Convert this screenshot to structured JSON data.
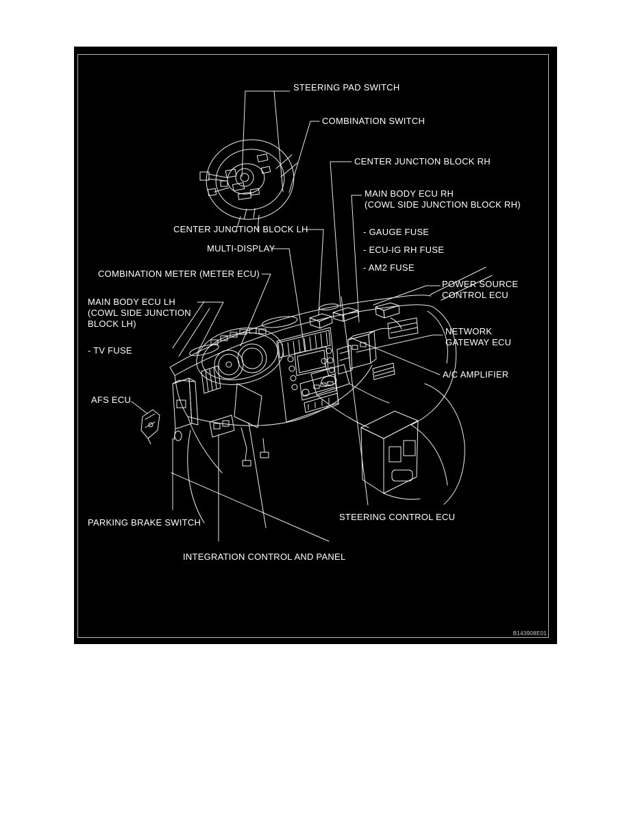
{
  "figure": {
    "drawing_code": "B143908E01",
    "panel_background": "#000000",
    "line_color": "#f0f0f0",
    "text_color": "#ffffff",
    "title_context": "Instrument panel component location diagram",
    "labels": {
      "steering_pad_switch": {
        "text": "STEERING PAD SWITCH"
      },
      "combination_switch": {
        "text": "COMBINATION SWITCH"
      },
      "center_junction_block_rh": {
        "text": "CENTER JUNCTION BLOCK RH"
      },
      "main_body_ecu_rh": {
        "line1": "MAIN BODY ECU RH",
        "line2": "(COWL SIDE JUNCTION BLOCK RH)"
      },
      "gauge_fuse": {
        "text": "- GAUGE FUSE"
      },
      "ecu_ig_rh_fuse": {
        "text": "- ECU-IG RH FUSE"
      },
      "am2_fuse": {
        "text": "- AM2 FUSE"
      },
      "center_junction_block_lh": {
        "text": "CENTER JUNCTION BLOCK LH"
      },
      "multi_display": {
        "text": "MULTI-DISPLAY"
      },
      "combination_meter": {
        "text": "COMBINATION METER (METER ECU)"
      },
      "main_body_ecu_lh": {
        "line1": "MAIN BODY ECU LH",
        "line2": "(COWL SIDE JUNCTION",
        "line3": "BLOCK LH)"
      },
      "tv_fuse": {
        "text": "- TV FUSE"
      },
      "afs_ecu": {
        "text": "AFS ECU"
      },
      "power_source_control_ecu": {
        "line1": "POWER SOURCE",
        "line2": "CONTROL ECU"
      },
      "network_gateway_ecu": {
        "line1": "NETWORK",
        "line2": "GATEWAY ECU"
      },
      "ac_amplifier": {
        "text": "A/C AMPLIFIER"
      },
      "parking_brake_switch": {
        "text": "PARKING BRAKE SWITCH"
      },
      "steering_control_ecu": {
        "text": "STEERING CONTROL ECU"
      },
      "integration_control_and_panel": {
        "text": "INTEGRATION CONTROL AND PANEL"
      }
    }
  }
}
